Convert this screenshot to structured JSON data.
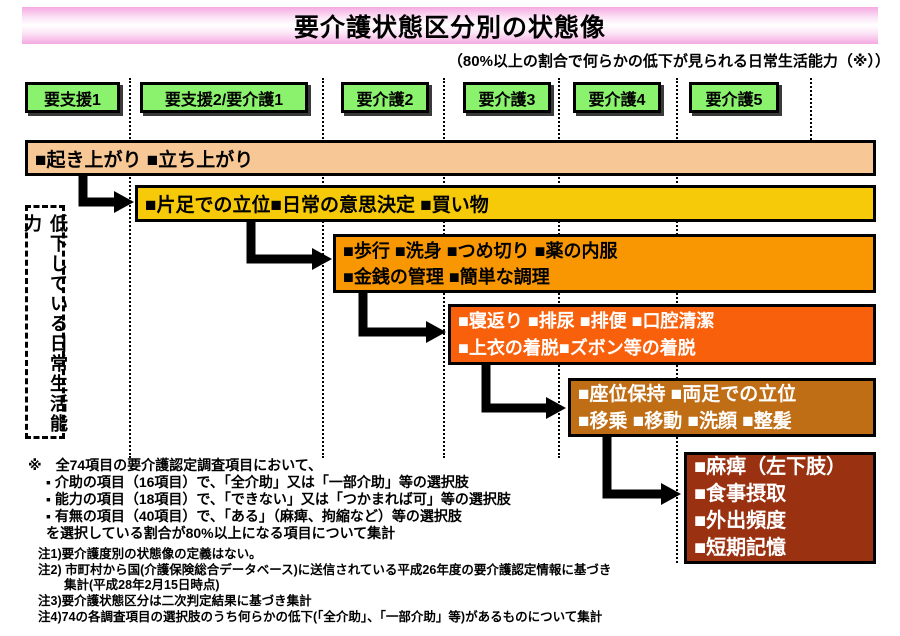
{
  "page": {
    "title": "要介護状態区分別の状態像",
    "subtitle": "（80%以上の割合で何らかの低下が見られる日常生活能力（※））",
    "side_label": "低下している日常生活能力"
  },
  "levels": [
    {
      "label": "要支援1"
    },
    {
      "label": "要支援2/要介護1"
    },
    {
      "label": "要介護2"
    },
    {
      "label": "要介護3"
    },
    {
      "label": "要介護4"
    },
    {
      "label": "要介護5"
    }
  ],
  "bars": [
    {
      "level": "要支援1以上",
      "color": "#F7C795",
      "text_color": "#000000",
      "lines": [
        "■起き上がり ■立ち上がり"
      ]
    },
    {
      "level": "要支援2/要介護1以上",
      "color": "#F6C909",
      "text_color": "#000000",
      "lines": [
        "■片足での立位■日常の意思決定 ■買い物"
      ]
    },
    {
      "level": "要介護2以上",
      "color": "#F99703",
      "text_color": "#000000",
      "lines": [
        "■歩行 ■洗身 ■つめ切り ■薬の内服",
        "■金銭の管理 ■簡単な調理"
      ]
    },
    {
      "level": "要介護3以上",
      "color": "#F9600C",
      "text_color": "#FFFFFF",
      "lines": [
        "■寝返り ■排尿 ■排便 ■口腔清潔",
        "■上衣の着脱■ズボン等の着脱"
      ]
    },
    {
      "level": "要介護4以上",
      "color": "#C06E16",
      "text_color": "#FFFFFF",
      "lines": [
        "■座位保持 ■両足での立位",
        "■移乗 ■移動 ■洗顔 ■整髪"
      ]
    },
    {
      "level": "要介護5",
      "color": "#9A3110",
      "text_color": "#FFFFFF",
      "lines": [
        "■麻痺（左下肢）",
        "■食事摂取",
        "■外出頻度",
        "■短期記憶"
      ]
    }
  ],
  "notes": {
    "asterisk": "※　全74項目の要介護認定調査項目において、",
    "bullet1": "▪ 介助の項目（16項目）で、「全介助」又は「一部介助」等の選択肢",
    "bullet2": "▪ 能力の項目（18項目）で、「できない」又は「つかまれば可」等の選択肢",
    "bullet3": "▪ 有無の項目（40項目）で、「ある」（麻痺、拘縮など）等の選択肢",
    "summary": "を選択している割合が80%以上になる項目について集計",
    "note1": "注1)要介護度別の状態像の定義はない。",
    "note2": "注2) 市町村から国(介護保険総合データベース)に送信されている平成26年度の要介護認定情報に基づき",
    "note2b": "集計(平成28年2月15日時点)",
    "note3": "注3)要介護状態区分は二次判定結果に基づき集計",
    "note4": "注4)74の各調査項目の選択肢のうち何らかの低下(「全介助」、「一部介助」等)があるものについて集計"
  },
  "colors": {
    "banner_pink": "#F5A9E1",
    "level_green": "#8BF26E",
    "bar_peach": "#F7C795",
    "bar_gold": "#F6C909",
    "bar_orange": "#F99703",
    "bar_red_orange": "#F9600C",
    "bar_brown": "#C06E16",
    "bar_dark_brown": "#9A3110",
    "arrow_black": "#000000"
  }
}
